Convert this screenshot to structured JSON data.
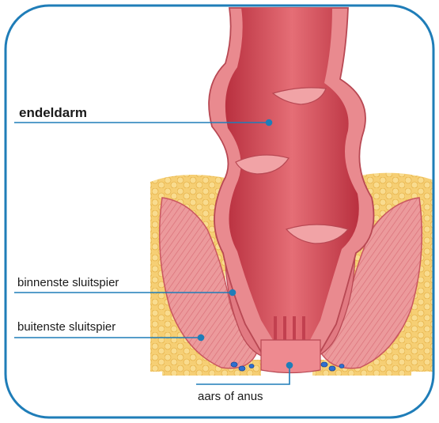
{
  "labels": {
    "rectum": "endeldarm",
    "internal_sphincter": "binnenste sluitspier",
    "external_sphincter": "buitenste sluitspier",
    "anus": "aars of anus"
  },
  "colors": {
    "frame": "#1f7db8",
    "leader": "#1f7db8",
    "fat": "#f3c25a",
    "muscle": "#e8848a",
    "mucosa": "#d9606a",
    "lumen_shadow": "#b3283a",
    "vessel_blue": "#2f6fd0"
  }
}
